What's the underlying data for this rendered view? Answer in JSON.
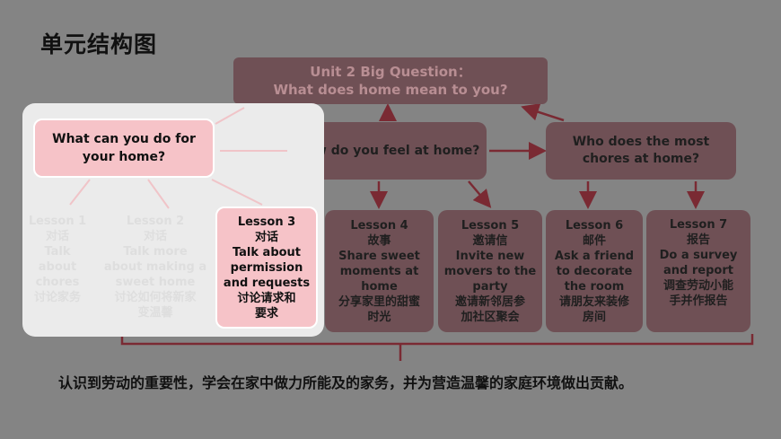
{
  "title": "单元结构图",
  "big_question": {
    "line1": "Unit 2 Big Question：",
    "line2": "What does home mean to you?"
  },
  "q_left": {
    "line1": "What can you do for",
    "line2": "your home?"
  },
  "q_mid": "How do you feel at home?",
  "q_right": {
    "line1": "Who does the most",
    "line2": "chores at home?"
  },
  "lessons": [
    {
      "lines": [
        "Lesson 1",
        "对话",
        "Talk",
        "about",
        "chores",
        "讨论家务"
      ]
    },
    {
      "lines": [
        "Lesson 2",
        "对话",
        "Talk more",
        "about making a",
        "sweet home",
        "讨论如何将新家",
        "变温馨"
      ]
    },
    {
      "lines": [
        "Lesson 3",
        "对话",
        "Talk about",
        "permission",
        "and requests",
        "讨论请求和",
        "要求"
      ]
    },
    {
      "lines": [
        "Lesson 4",
        "故事",
        "Share sweet",
        "moments at",
        "home",
        "分享家里的甜蜜",
        "时光"
      ]
    },
    {
      "lines": [
        "Lesson 5",
        "邀请信",
        "Invite new",
        "movers to the",
        "party",
        "邀请新邻居参",
        "加社区聚会"
      ]
    },
    {
      "lines": [
        "Lesson 6",
        "邮件",
        "Ask a friend",
        "to decorate",
        "the room",
        "请朋友来装修",
        "房间"
      ]
    },
    {
      "lines": [
        "Lesson 7",
        "报告",
        "Do a survey",
        "and report",
        "调查劳动小能",
        "手并作报告"
      ]
    }
  ],
  "summary": "认识到劳动的重要性，学会在家中做力所能及的家务，并为营造温馨的家庭环境做出贡献。"
}
